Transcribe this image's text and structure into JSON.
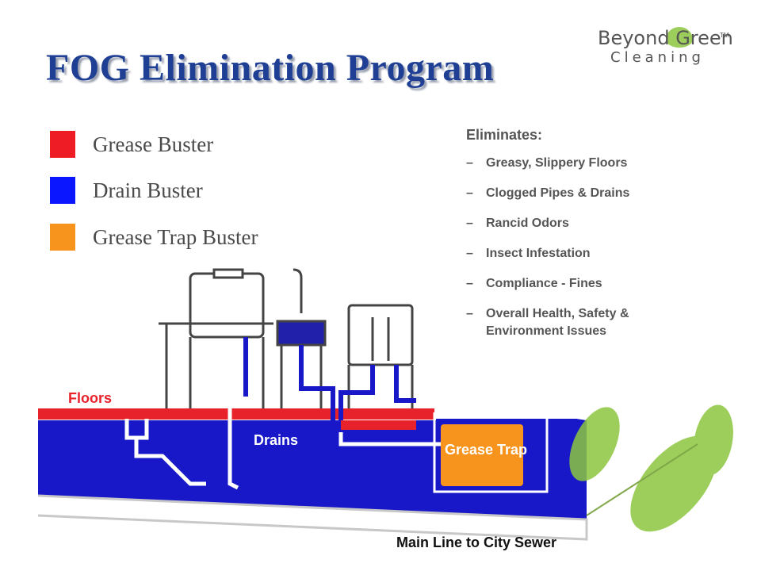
{
  "title": "FOG Elimination Program",
  "logo": {
    "line1": "Beyond Green",
    "line2": "Cleaning",
    "tm": "TM"
  },
  "legend": [
    {
      "label": "Grease Buster",
      "color": "#ee1c24"
    },
    {
      "label": "Drain Buster",
      "color": "#0a16ff"
    },
    {
      "label": "Grease Trap Buster",
      "color": "#f7941d"
    }
  ],
  "eliminates": {
    "heading": "Eliminates:",
    "items": [
      "Greasy, Slippery Floors",
      "Clogged Pipes & Drains",
      "Rancid Odors",
      "Insect Infestation",
      "Compliance - Fines",
      "Overall Health, Safety & Environment Issues"
    ]
  },
  "diagram": {
    "floors_label": "Floors",
    "drains_label": "Drains",
    "grease_trap_label": "Grease Trap",
    "sewer_label": "Main Line to City Sewer"
  },
  "colors": {
    "title": "#1f3f94",
    "water": "#1818c8",
    "floor": "#e8222b",
    "trap": "#f7941d",
    "leaf": "#8cc63f"
  }
}
